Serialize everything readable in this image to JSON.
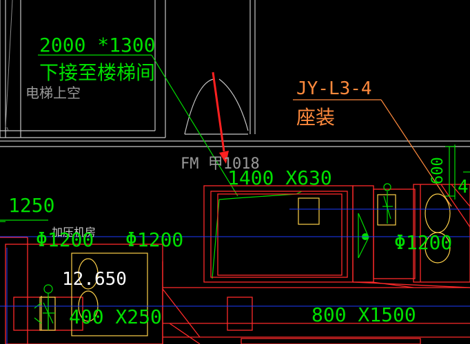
{
  "drawing": {
    "background": "#000000",
    "colors": {
      "wall": "#c8c8c8",
      "duct": "#ff2a2a",
      "equipment": "#ffd24a",
      "leader": "#00e000",
      "label_green": "#00e000",
      "label_orange": "#ff8a3d",
      "label_gray": "#9a9a9a",
      "label_white": "#ffffff",
      "centerline": "#1e3cff",
      "arrow": "#ff2020"
    },
    "labels": {
      "opening_size": "2000 *1300",
      "opening_note": "下接至楼梯间",
      "elevator_void": "电梯上空",
      "tag_code": "JY-L3-4",
      "tag_note": "座装",
      "door_code": "FM 甲1018",
      "duct_size_top": "1400 X630",
      "dim_1250": "1250",
      "fan_room": "加压机房",
      "dia_left": "Φ1200",
      "dia_mid": "Φ1200",
      "dia_right": "Φ1200",
      "elevation": "12.650",
      "duct_size_small": "400 X250",
      "duct_size_large": "800 X1500",
      "dim_vertical": "600",
      "dim_edge": "4"
    }
  }
}
